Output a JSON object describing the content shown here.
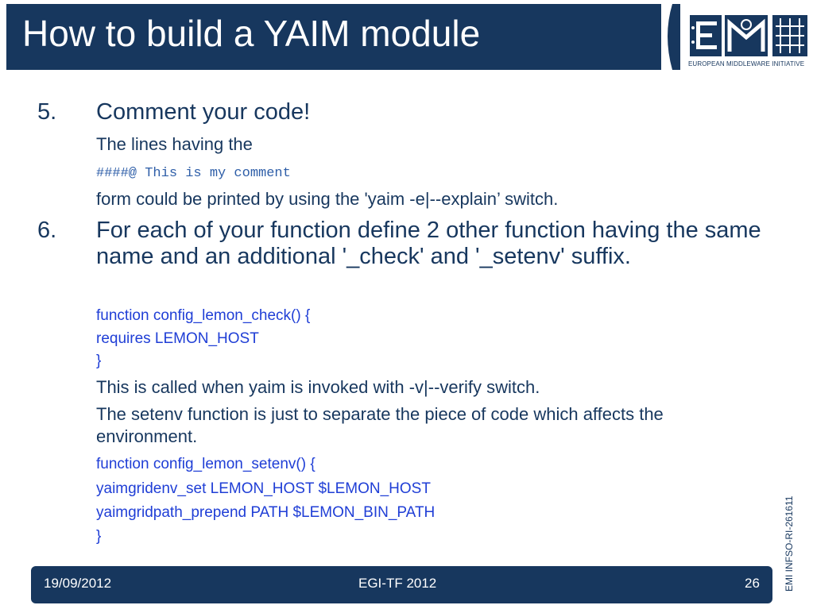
{
  "header": {
    "title": "How to build a YAIM module"
  },
  "logo": {
    "text": "EUROPEAN MIDDLEWARE INITIATIVE",
    "letters": "EMI"
  },
  "items": [
    {
      "number": "5.",
      "heading": "Comment your code!",
      "lines": {
        "intro": "The lines having the",
        "sample": "####@ This is my comment",
        "outro": "form could be printed by using the 'yaim -e|--explain’ switch."
      }
    },
    {
      "number": "6.",
      "heading": "For each of your function define 2 other function having the same name and an additional '_check' and '_setenv' suffix.",
      "code_check": [
        "function config_lemon_check() {",
        "requires LEMON_HOST",
        "}"
      ],
      "note_verify": "This is called when yaim is invoked with -v|--verify switch.",
      "note_setenv": "The setenv function is just to separate the piece of code which affects the environment.",
      "code_setenv": [
        "function config_lemon_setenv() {",
        "yaimgridenv_set LEMON_HOST $LEMON_HOST",
        "yaimgridpath_prepend PATH $LEMON_BIN_PATH",
        "}"
      ]
    }
  ],
  "footer": {
    "date": "19/09/2012",
    "event": "EGI-TF 2012",
    "page": "26"
  },
  "side_code": "EMI INFSO-RI-261611",
  "colors": {
    "navy": "#17375e",
    "code_blue": "#1f3ed6",
    "mono_blue": "#2e5ea8"
  }
}
